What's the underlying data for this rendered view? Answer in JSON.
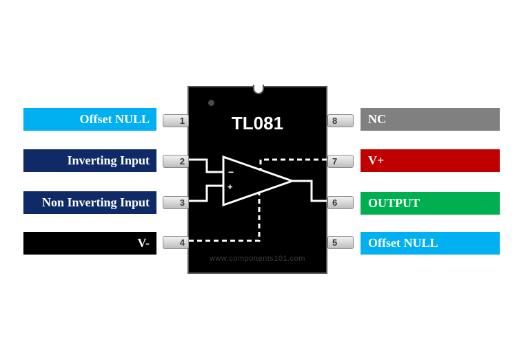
{
  "chip": {
    "name": "TL081",
    "watermark": "www.components101.com"
  },
  "colors": {
    "cyan": "#00b0f0",
    "navy": "#0f2a66",
    "black": "#000000",
    "gray": "#808080",
    "red": "#c00000",
    "green": "#00b050"
  },
  "pins": {
    "p1": {
      "number": "1",
      "label": "Offset NULL"
    },
    "p2": {
      "number": "2",
      "label": "Inverting Input"
    },
    "p3": {
      "number": "3",
      "label": "Non Inverting Input"
    },
    "p4": {
      "number": "4",
      "label": "V-"
    },
    "p5": {
      "number": "5",
      "label": "Offset NULL"
    },
    "p6": {
      "number": "6",
      "label": "OUTPUT"
    },
    "p7": {
      "number": "7",
      "label": "V+"
    },
    "p8": {
      "number": "8",
      "label": "NC"
    }
  },
  "opamp": {
    "minus_sign": "−",
    "plus_sign": "+"
  }
}
